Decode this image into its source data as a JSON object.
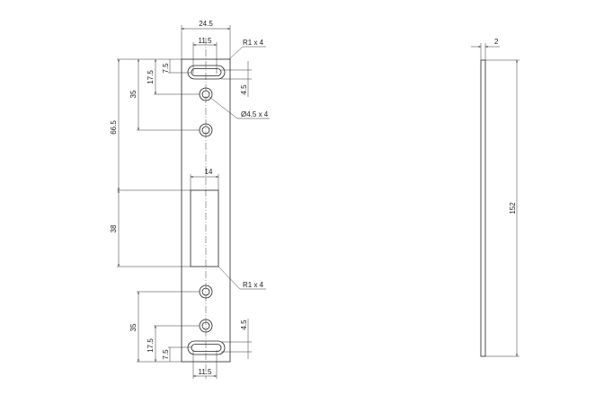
{
  "front_view": {
    "width_dim": "24.5",
    "slot_width_dim_top": "11.5",
    "slot_width_dim_bottom": "11.5",
    "radius_note_top": "R1 x 4",
    "radius_note_bottom": "R1 x 4",
    "hole_note": "Ø4.5 x 4",
    "cutout_width_dim": "14",
    "top_total_dim": "66.5",
    "top_hole2_dim": "35",
    "top_hole1_dim": "17.5",
    "top_slot_dim": "7.5",
    "top_slot_height_dim": "4.5",
    "cutout_height_dim": "38",
    "bottom_hole2_dim": "35",
    "bottom_hole1_dim": "17.5",
    "bottom_slot_dim": "7.5",
    "bottom_slot_height_dim": "4.5"
  },
  "side_view": {
    "thickness_dim": "2",
    "length_dim": "152"
  }
}
